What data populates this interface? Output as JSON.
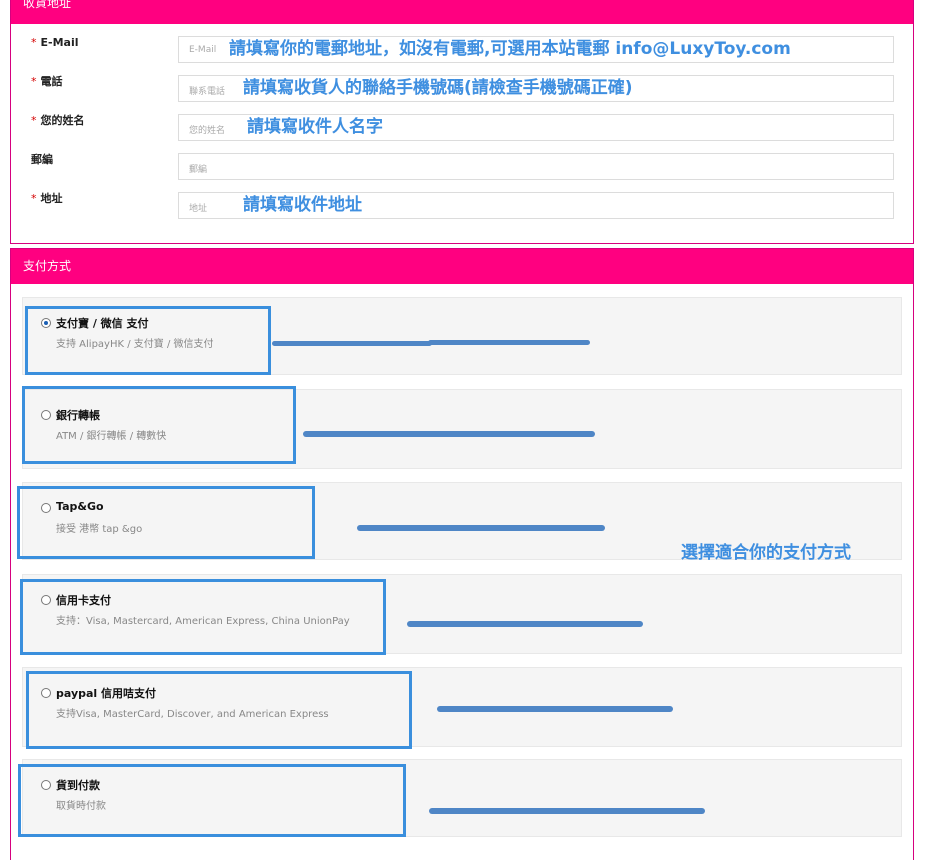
{
  "shipping": {
    "header": "收貨地址",
    "fields": [
      {
        "label": "E-Mail",
        "required": true,
        "placeholder": "E-Mail",
        "note": "請填寫你的電郵地址，如沒有電郵,可選用本站電郵 info@LuxyToy.com"
      },
      {
        "label": "電話",
        "required": true,
        "placeholder": "聯系電話",
        "note": "請填寫收貨人的聯絡手機號碼(請檢查手機號碼正確)"
      },
      {
        "label": "您的姓名",
        "required": true,
        "placeholder": "您的姓名",
        "note": "請填寫收件人名字"
      },
      {
        "label": "郵編",
        "required": false,
        "placeholder": "郵編",
        "note": ""
      },
      {
        "label": "地址",
        "required": true,
        "placeholder": "地址",
        "note": "請填寫收件地址"
      }
    ]
  },
  "payment": {
    "header": "支付方式",
    "note": "選擇適合你的支付方式",
    "options": [
      {
        "title": "支付寶 / 微信 支付",
        "desc": "支持 AlipayHK / 支付寶 / 微信支付",
        "selected": true
      },
      {
        "title": "銀行轉帳",
        "desc": "ATM / 銀行轉帳 / 轉數快",
        "selected": false
      },
      {
        "title": "Tap&Go",
        "desc": "接受 港幣 tap &go",
        "selected": false
      },
      {
        "title": "信用卡支付",
        "desc": "支持：Visa, Mastercard, American Express, China UnionPay",
        "selected": false
      },
      {
        "title": "paypal 信用咭支付",
        "desc": "支持Visa, MasterCard, Discover, and American Express",
        "selected": false
      },
      {
        "title": "貨到付款",
        "desc": "取貨時付款",
        "selected": false
      }
    ]
  },
  "colors": {
    "accent": "#ff0080",
    "annotation": "#3a8fdd"
  }
}
